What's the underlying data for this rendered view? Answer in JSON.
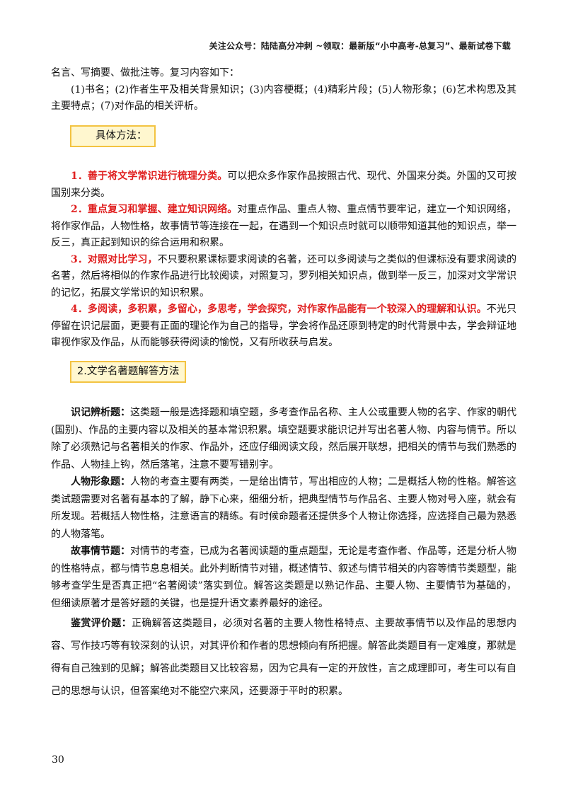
{
  "header": {
    "notice": "关注公众号：陆陆高分冲刺  ~领取：最新版“小中高考-总复习”、最新试卷下载"
  },
  "intro": {
    "line1": "名言、写摘要、做批注等。复习内容如下：",
    "list": "(1)书名；(2)作者生平及相关背景知识；(3)内容梗概；(4)精彩片段；(5)人物形象；(6)艺术构思及其主要特点；(7)对作品的相关评析。"
  },
  "section1": {
    "heading": "具体方法：",
    "items": [
      {
        "lead": "1．善于将文学常识进行梳理分类。",
        "text": "可以把众多作家作品按照古代、现代、外国来分类。外国的又可按国别来分类。"
      },
      {
        "lead": "2．重点复习和掌握、建立知识网络。",
        "text": "对重点作品、重点人物、重点情节要牢记，建立一个知识网络，将作家作品，人物性格，故事情节等连接在一起，在遇到一个知识点时就可以顺带知道其他的知识点，举一反三，真正起到知识的综合运用和积累。"
      },
      {
        "lead": "3．对照对比学习，",
        "text": "不只要积累课标要求阅读的名著，还可以多阅读与之类似的但课标没有要求阅读的名著，然后将相似的作家作品进行比较阅读，对照复习，罗列相关知识点，做到举一反三，加深对文学常识的记忆，拓展文学常识的知识积累。"
      },
      {
        "lead": "4．多阅读，多积累，多留心，多思考，学会探究，对作家作品能有一个较深入的理解和认识。",
        "text": "不光只停留在识记层面，更要有正面的理论作为自己的指导，学会将作品还原到特定的时代背景中去，学会辩证地审视作家及作品，从而能够获得阅读的愉悦，又有所收获与启发。"
      }
    ]
  },
  "section2": {
    "heading": "2.文学名著题解答方法",
    "items": [
      {
        "term": "识记辨析题：",
        "text": "这类题一般是选择题和填空题，多考查作品名称、主人公或重要人物的名字、作家的朝代(国别)、作品的主要内容以及相关的基本常识积累。填空题要求能识记并写出名著人物、内容与情节。所以除了必须熟记与名著相关的作家、作品外，还应仔细阅读文段，然后展开联想，把相关的情节与我们熟悉的作品、人物挂上钩，然后落笔，注意不要写错别字。"
      },
      {
        "term": "人物形象题：",
        "text": "人物的考查主要有两类，一是给出情节，写出相应的人物；二是概括人物的性格。解答这类试题需要对名著有基本的了解，静下心来，细细分析，把典型情节与作品名、主要人物对号入座，就会有所发现。若概括人物性格，注意语言的精练。有时候命题者还提供多个人物让你选择，应选择自己最为熟悉的人物落笔。"
      },
      {
        "term": "故事情节题：",
        "text": "对情节的考查，已成为名著阅读题的重点题型，无论是考查作者、作品等，还是分析人物的性格特点，都与情节息息相关。此外判断情节对错，概述情节、叙述与情节相关的内容等情节类题型，能够考查学生是否真正把“名著阅读”落实到位。解答这类题是以熟记作品、主要人物、主要情节为基础的，但细读原著才是答好题的关键，也是提升语文素养最好的途径。"
      },
      {
        "term": "鉴赏评价题：",
        "text": "正确解答这类题目，必须对名著的主要人物性格特点、主要故事情节以及作品的思想内容、写作技巧等有较深刻的认识，对其评价和作者的思想倾向有所把握。解答此类题目有一定难度，那就是得有自己独到的见解；解答此类题目又比较容易，因为它具有一定的开放性，言之成理即可，考生可以有自己的思想与认识，但答案绝对不能空穴来风，还要源于平时的积累。"
      }
    ]
  },
  "footer": {
    "page_number": "30"
  }
}
